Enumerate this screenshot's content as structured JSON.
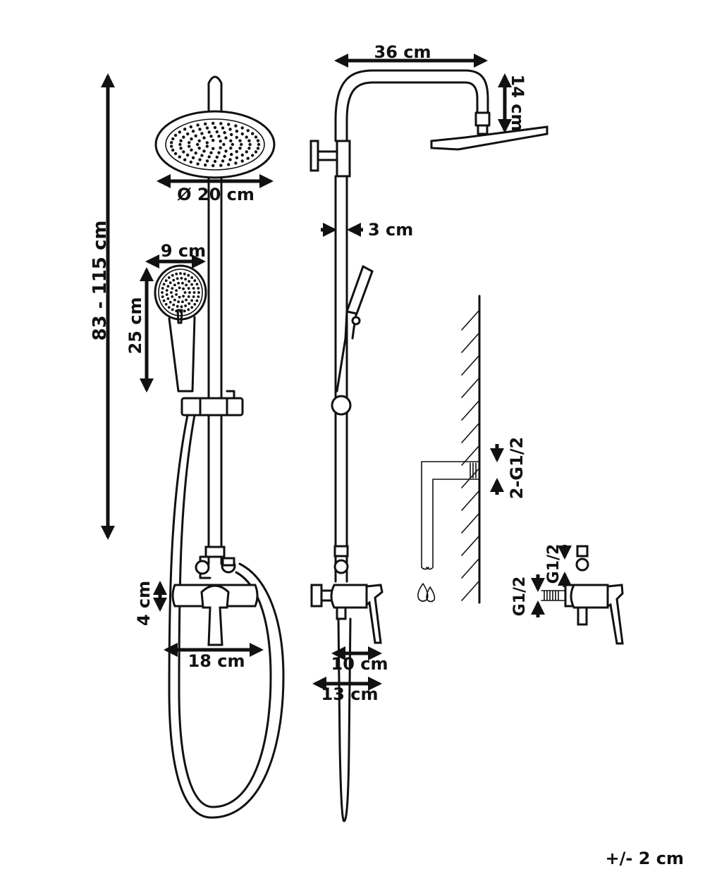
{
  "dimensions": {
    "total_height": "83 - 115 cm",
    "head_diameter": "Ø 20 cm",
    "arm_reach": "36 cm",
    "head_drop": "14 cm",
    "bar_width": "3 cm",
    "handset_width": "9 cm",
    "handset_length": "25 cm",
    "mixer_height": "4 cm",
    "mixer_width": "18 cm",
    "mixer_depth_small": "10 cm",
    "mixer_depth_large": "13 cm",
    "thread_pair": "2-G1/2",
    "thread_left": "G1/2",
    "thread_top": "G1/2"
  },
  "tolerance": "+/- 2 cm",
  "colors": {
    "ink": "#111111",
    "background": "#ffffff"
  }
}
